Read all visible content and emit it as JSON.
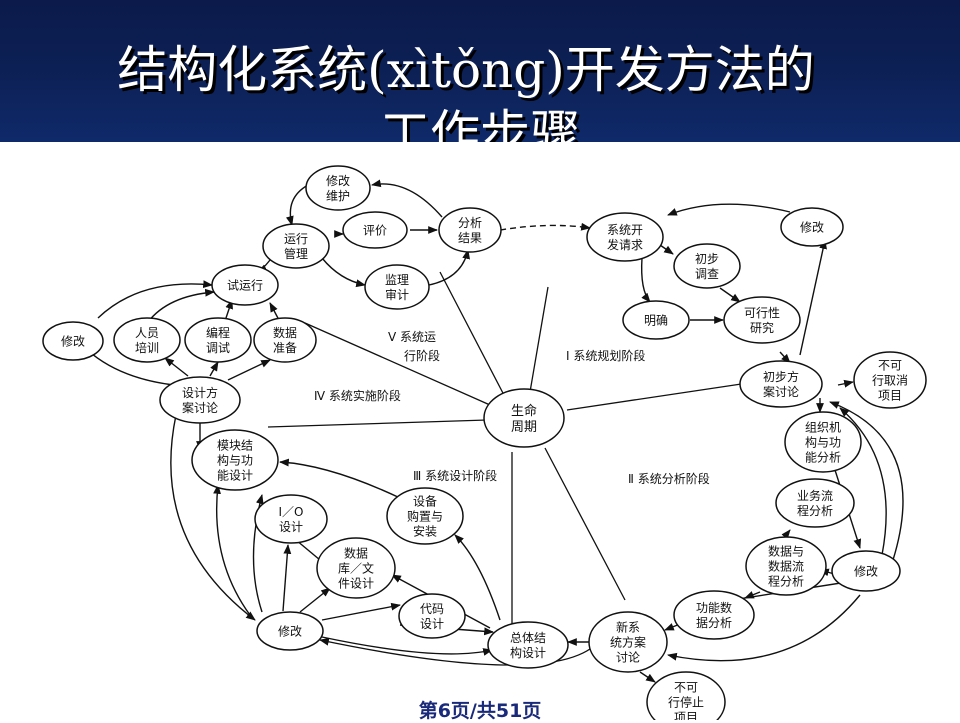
{
  "slide": {
    "title_line1": "结构化系统(xìtǒng)开发方法的",
    "title_line2": "工作步骤",
    "footer": "第6页/共51页"
  },
  "center": [
    "生命",
    "周期"
  ],
  "stages": {
    "s1": "Ⅰ 系统规划阶段",
    "s2": "Ⅱ 系统分析阶段",
    "s3": "Ⅲ 系统设计阶段",
    "s4": "Ⅳ 系统实施阶段",
    "s5a": "Ⅴ 系统运",
    "s5b": "行阶段"
  },
  "nodes": {
    "xiugai_weihu": [
      "修改",
      "维护"
    ],
    "pingjia": [
      "评价"
    ],
    "fenxi_jieguo": [
      "分析",
      "结果"
    ],
    "yunxing_guanli": [
      "运行",
      "管理"
    ],
    "jiankong_shenji": [
      "监理",
      "审计"
    ],
    "shiyunxing": [
      "试运行"
    ],
    "xiugai_left": [
      "修改"
    ],
    "renyuan_peixun": [
      "人员",
      "培训"
    ],
    "biancheng_tiaoshi": [
      "编程",
      "调试"
    ],
    "shuju_zhunbei": [
      "数据",
      "准备"
    ],
    "sheji_fangan": [
      "设计方",
      "案讨论"
    ],
    "mokuai": [
      "模块结",
      "构与功",
      "能设计"
    ],
    "io_sheji": [
      "I／O",
      "设计"
    ],
    "shujuku": [
      "数据",
      "库／文",
      "件设计"
    ],
    "shebei": [
      "设备",
      "购置与",
      "安装"
    ],
    "daima": [
      "代码",
      "设计"
    ],
    "xiugai_bottom": [
      "修改"
    ],
    "zongti": [
      "总体结",
      "构设计"
    ],
    "xinxitong": [
      "新系",
      "统方案",
      "讨论"
    ],
    "buke_tingzhi": [
      "不可",
      "行停止",
      "项目"
    ],
    "gongneng": [
      "功能数",
      "据分析"
    ],
    "xiugai_right": [
      "修改"
    ],
    "shuju_liucheng": [
      "数据与",
      "数据流",
      "程分析"
    ],
    "yewu": [
      "业务流",
      "程分析"
    ],
    "zuzhi": [
      "组织机",
      "构与功",
      "能分析"
    ],
    "chubu_taolun": [
      "初步方",
      "案讨论"
    ],
    "buke_quxiao": [
      "不可",
      "行取消",
      "项目"
    ],
    "kexing": [
      "可行性",
      "研究"
    ],
    "mingque": [
      "明确"
    ],
    "chubu_diaocha": [
      "初步",
      "调查"
    ],
    "kaifa_qingqiu": [
      "系统开",
      "发请求"
    ],
    "xiugai_topright": [
      "修改"
    ]
  }
}
